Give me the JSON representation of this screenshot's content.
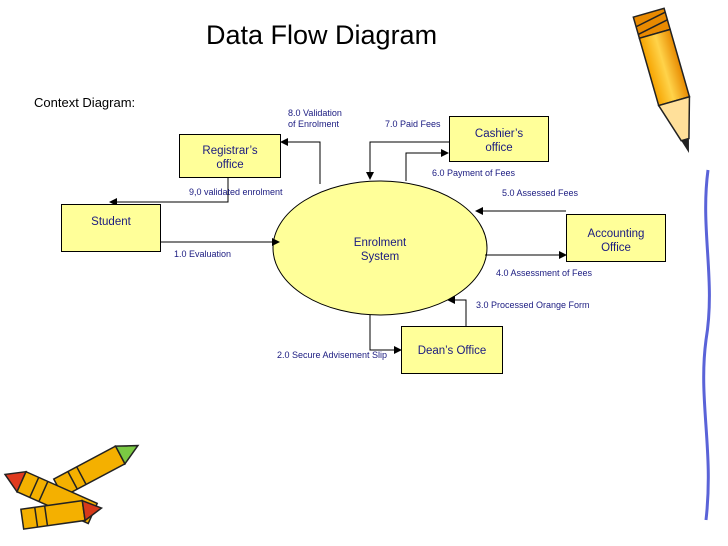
{
  "title": "Data Flow Diagram",
  "subtitle": "Context Diagram:",
  "center_process": "Enrolment\nSystem",
  "entities": {
    "student": "Student",
    "registrar": "Registrar’s\noffice",
    "cashier": "Cashier’s\noffice",
    "accounting": "Accounting\nOffice",
    "dean": "Dean’s Office"
  },
  "flows": {
    "f1": "1.0 Evaluation",
    "f2": "2.0 Secure Advisement Slip",
    "f3": "3.0 Processed Orange Form",
    "f4": "4.0 Assessment of Fees",
    "f5": "5.0 Assessed Fees",
    "f6": "6.0 Payment of Fees",
    "f7": "7.0 Paid Fees",
    "f8": "8.0 Validation\nof Enrolment",
    "f9": "9,0 validated enrolment"
  },
  "colors": {
    "box_fill": "#ffff99",
    "text": "#1a1a80",
    "line": "#000000"
  },
  "decorations": [
    "pencil-icon",
    "crayons-icon"
  ]
}
